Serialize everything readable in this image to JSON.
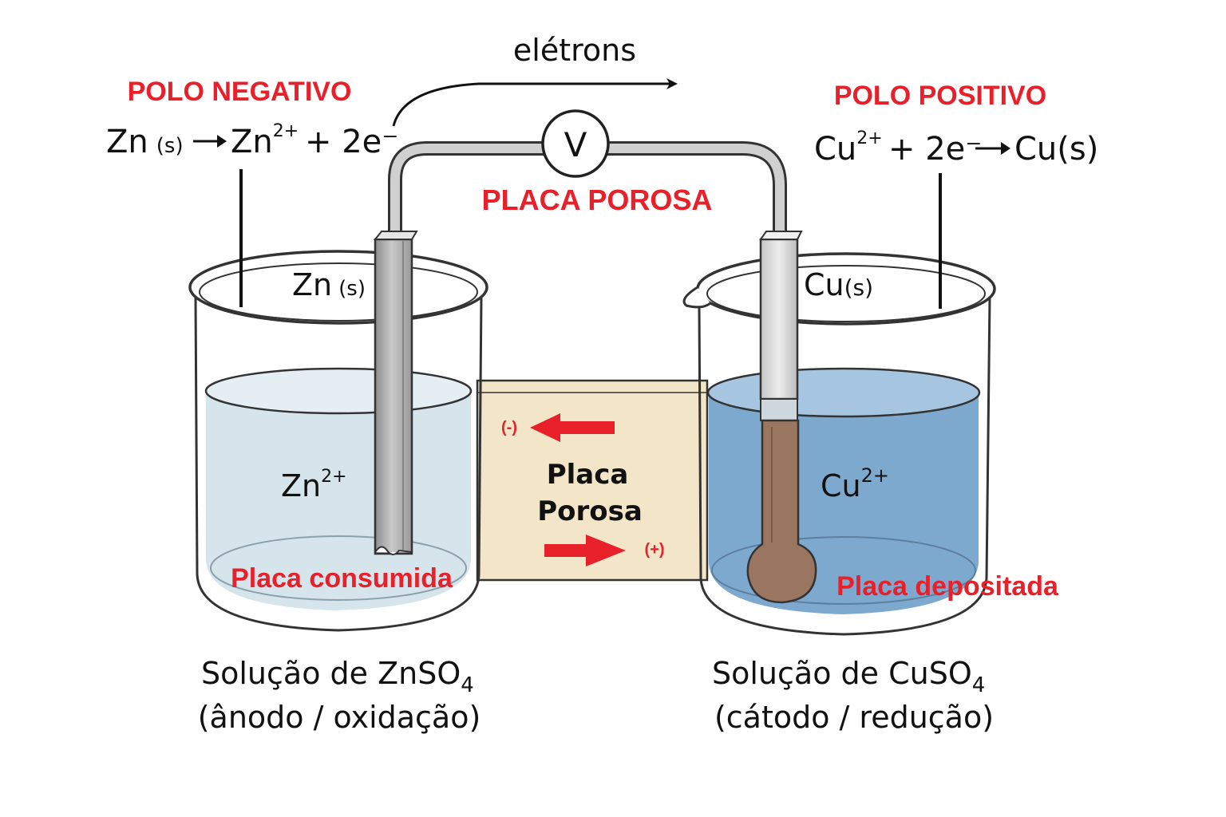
{
  "labels": {
    "electrons": "elétrons",
    "negative_pole": "POLO NEGATIVO",
    "positive_pole": "POLO POSITIVO",
    "porous_plate_top": "PLACA POROSA",
    "voltmeter": "V",
    "anode_reaction": {
      "reactant": "Zn",
      "reactant_state": "(s)",
      "product": "Zn",
      "product_charge": "2+",
      "electrons": "+ 2e⁻"
    },
    "cathode_reaction": {
      "reactant": "Cu",
      "reactant_charge": "2+",
      "electrons": "+ 2e⁻",
      "product": "Cu(s)"
    },
    "zn_electrode": "Zn",
    "zn_electrode_state": "(s)",
    "cu_electrode": "Cu",
    "cu_electrode_state": "(s)",
    "zn_ion": "Zn",
    "zn_ion_charge": "2+",
    "cu_ion": "Cu",
    "cu_ion_charge": "2+",
    "bridge_line1": "Placa",
    "bridge_line2": "Porosa",
    "bridge_minus": "(-)",
    "bridge_plus": "(+)",
    "consumed_plate": "Placa consumida",
    "deposited_plate": "Placa depositada",
    "left_caption_line1": "Solução de ZnSO",
    "left_caption_sub": "4",
    "left_caption_line2": "(ânodo / oxidação)",
    "right_caption_line1": "Solução de CuSO",
    "right_caption_sub": "4",
    "right_caption_line2": "(cátodo / redução)"
  },
  "colors": {
    "accent_red": "#e8202a",
    "zn_solution": "#d6e4ec",
    "cu_solution": "#7ea9cf",
    "porous_plate": "#f3e6c8",
    "copper_deposit": "#9a7560",
    "zinc_electrode": "#b4b4b4"
  }
}
